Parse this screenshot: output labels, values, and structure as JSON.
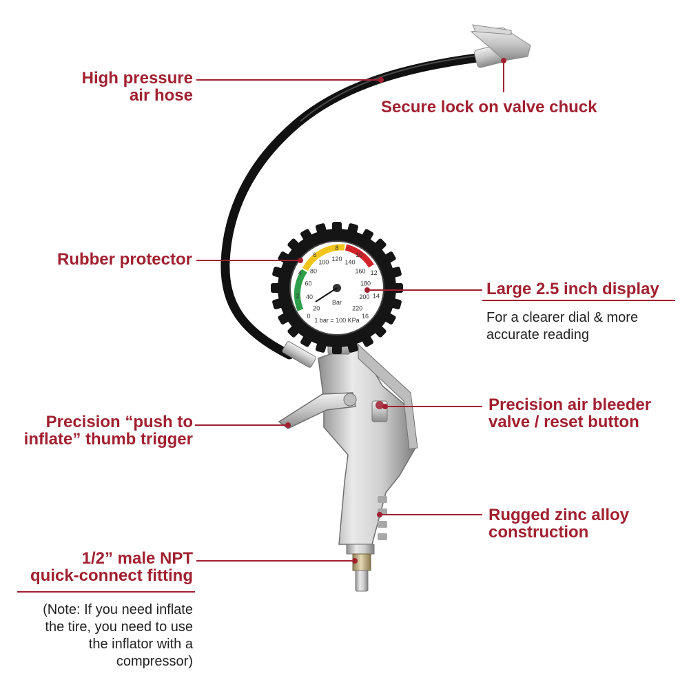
{
  "labels": {
    "hose": {
      "line1": "High pressure",
      "line2": "air hose"
    },
    "chuck": {
      "text": "Secure lock on valve chuck"
    },
    "protector": {
      "text": "Rubber protector"
    },
    "display": {
      "title": "Large 2.5 inch display",
      "sub1": "For a clearer dial & more",
      "sub2": "accurate reading"
    },
    "trigger": {
      "line1": "Precision “push to",
      "line2": "inflate” thumb trigger"
    },
    "bleeder": {
      "line1": "Precision air bleeder",
      "line2": "valve / reset button"
    },
    "alloy": {
      "line1": "Rugged zinc alloy",
      "line2": "construction"
    },
    "fitting": {
      "line1": "1/2” male NPT",
      "line2": "quick-connect fitting"
    },
    "note": {
      "line1": "(Note: If you need inflate",
      "line2": "the tire, you need to use",
      "line3": "the inflator with a",
      "line4": "compressor)"
    }
  },
  "gauge": {
    "outer_scale": [
      "0",
      "2",
      "4",
      "6",
      "8",
      "10",
      "12",
      "14",
      "16"
    ],
    "inner_scale": [
      "20",
      "40",
      "60",
      "80",
      "100",
      "120",
      "140",
      "160",
      "180",
      "200",
      "220"
    ],
    "unit": "Bar",
    "footnote": "1 bar = 100 KPa"
  },
  "colors": {
    "label_red": "#a12030",
    "leader_line": "#a12030",
    "hose": "#111111",
    "metal": "#c9c9c9",
    "gauge_green": "#2e9e4a",
    "gauge_yellow": "#f2c51a",
    "gauge_red": "#d2232a"
  }
}
